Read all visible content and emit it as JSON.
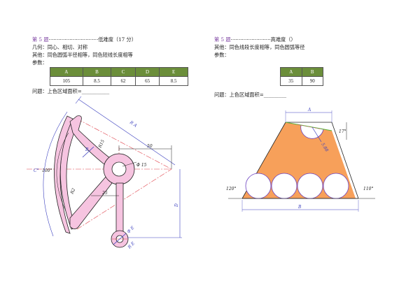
{
  "left": {
    "title_num": "第 5 题",
    "title_dots": "·······························",
    "difficulty": "低难度（17 分）",
    "line_geometry": "几何：同心、相切、对称",
    "line_other": "其他：同色圆弧半径相等，同色短线长度相等",
    "params_label": "参数：",
    "table": {
      "headers": [
        "A",
        "B",
        "C",
        "D",
        "E"
      ],
      "values": [
        "105",
        "8.5",
        "62",
        "65",
        "8.5"
      ]
    },
    "question": "问题：上色区域面积=___________",
    "dims": {
      "r_a": "R A",
      "d_50": "50",
      "phi15": "Φ 15",
      "r15": "R15",
      "b_width": "B",
      "r2": "R2",
      "d25": "25",
      "c_angle": "C°",
      "angle100": "100°",
      "d_label": "D",
      "phi_e": "Φ E",
      "r_e": "R E"
    },
    "colors": {
      "fill": "#f6c4e0",
      "stroke": "#222222",
      "dim": "#3a3fbf",
      "center": "#e0404a"
    }
  },
  "right": {
    "title_num": "第 5 题",
    "title_dots": "·························",
    "difficulty": "高难度（）",
    "line_other": "其他：同色线段长度相等，同色圆弧等径",
    "params_label": "参数：",
    "table": {
      "headers": [
        "A",
        "B"
      ],
      "values": [
        "35",
        "90"
      ]
    },
    "question": "问题：上色区域面积=_________",
    "dims": {
      "a": "A",
      "b": "B",
      "angle17": "17°",
      "angle120": "120°",
      "angle110": "110°",
      "r": "5.88"
    },
    "colors": {
      "fill": "#f7a05a",
      "circle": "#6a3fbf",
      "dim": "#3a3fbf",
      "green": "#5bb33a"
    }
  }
}
